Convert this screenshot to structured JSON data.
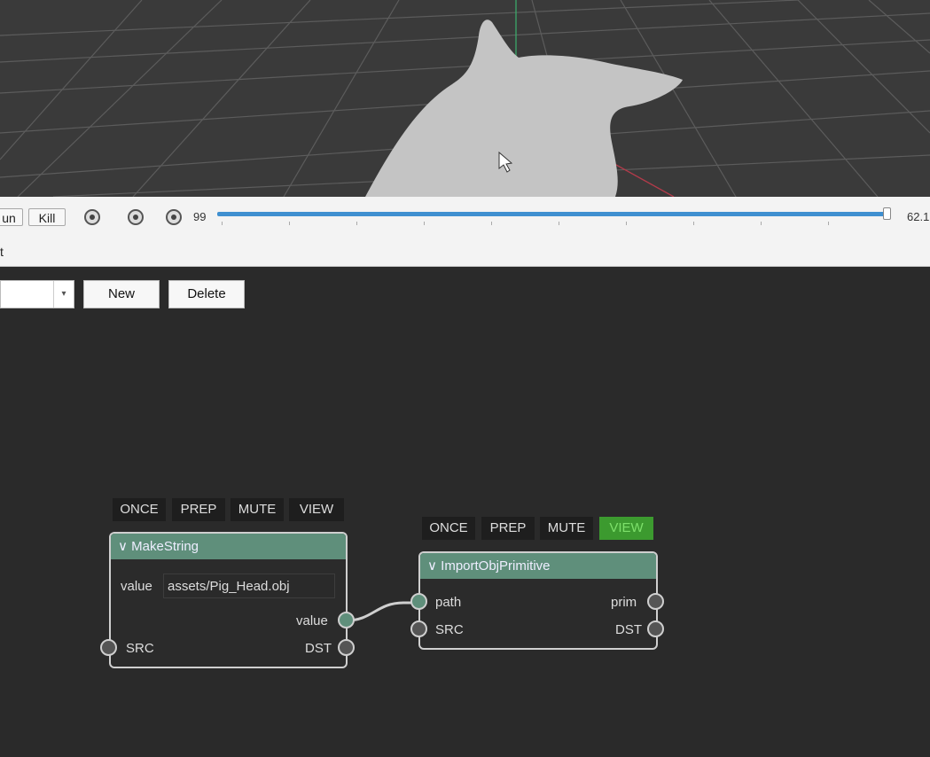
{
  "timeline": {
    "run_label": "un",
    "kill_label": "Kill",
    "frame_start": "99",
    "frame_end": "62.1",
    "progress": 0.99
  },
  "menu": {
    "partial_label": "t"
  },
  "editor": {
    "subgraph_value": "",
    "new_label": "New",
    "delete_label": "Delete"
  },
  "nodes": {
    "make_string": {
      "title": "MakeString",
      "toggles": [
        "ONCE",
        "PREP",
        "MUTE",
        "VIEW"
      ],
      "param_label": "value",
      "param_value": "assets/Pig_Head.obj",
      "output_value": "value",
      "input_src": "SRC",
      "output_dst": "DST"
    },
    "import_obj": {
      "title": "ImportObjPrimitive",
      "toggles": [
        "ONCE",
        "PREP",
        "MUTE",
        "VIEW"
      ],
      "view_active": true,
      "input_path": "path",
      "input_src": "SRC",
      "output_prim": "prim",
      "output_dst": "DST"
    }
  },
  "colors": {
    "node_header": "#5f8f7b",
    "view_active": "#3c9a2f",
    "slider": "#3f8fd0"
  }
}
